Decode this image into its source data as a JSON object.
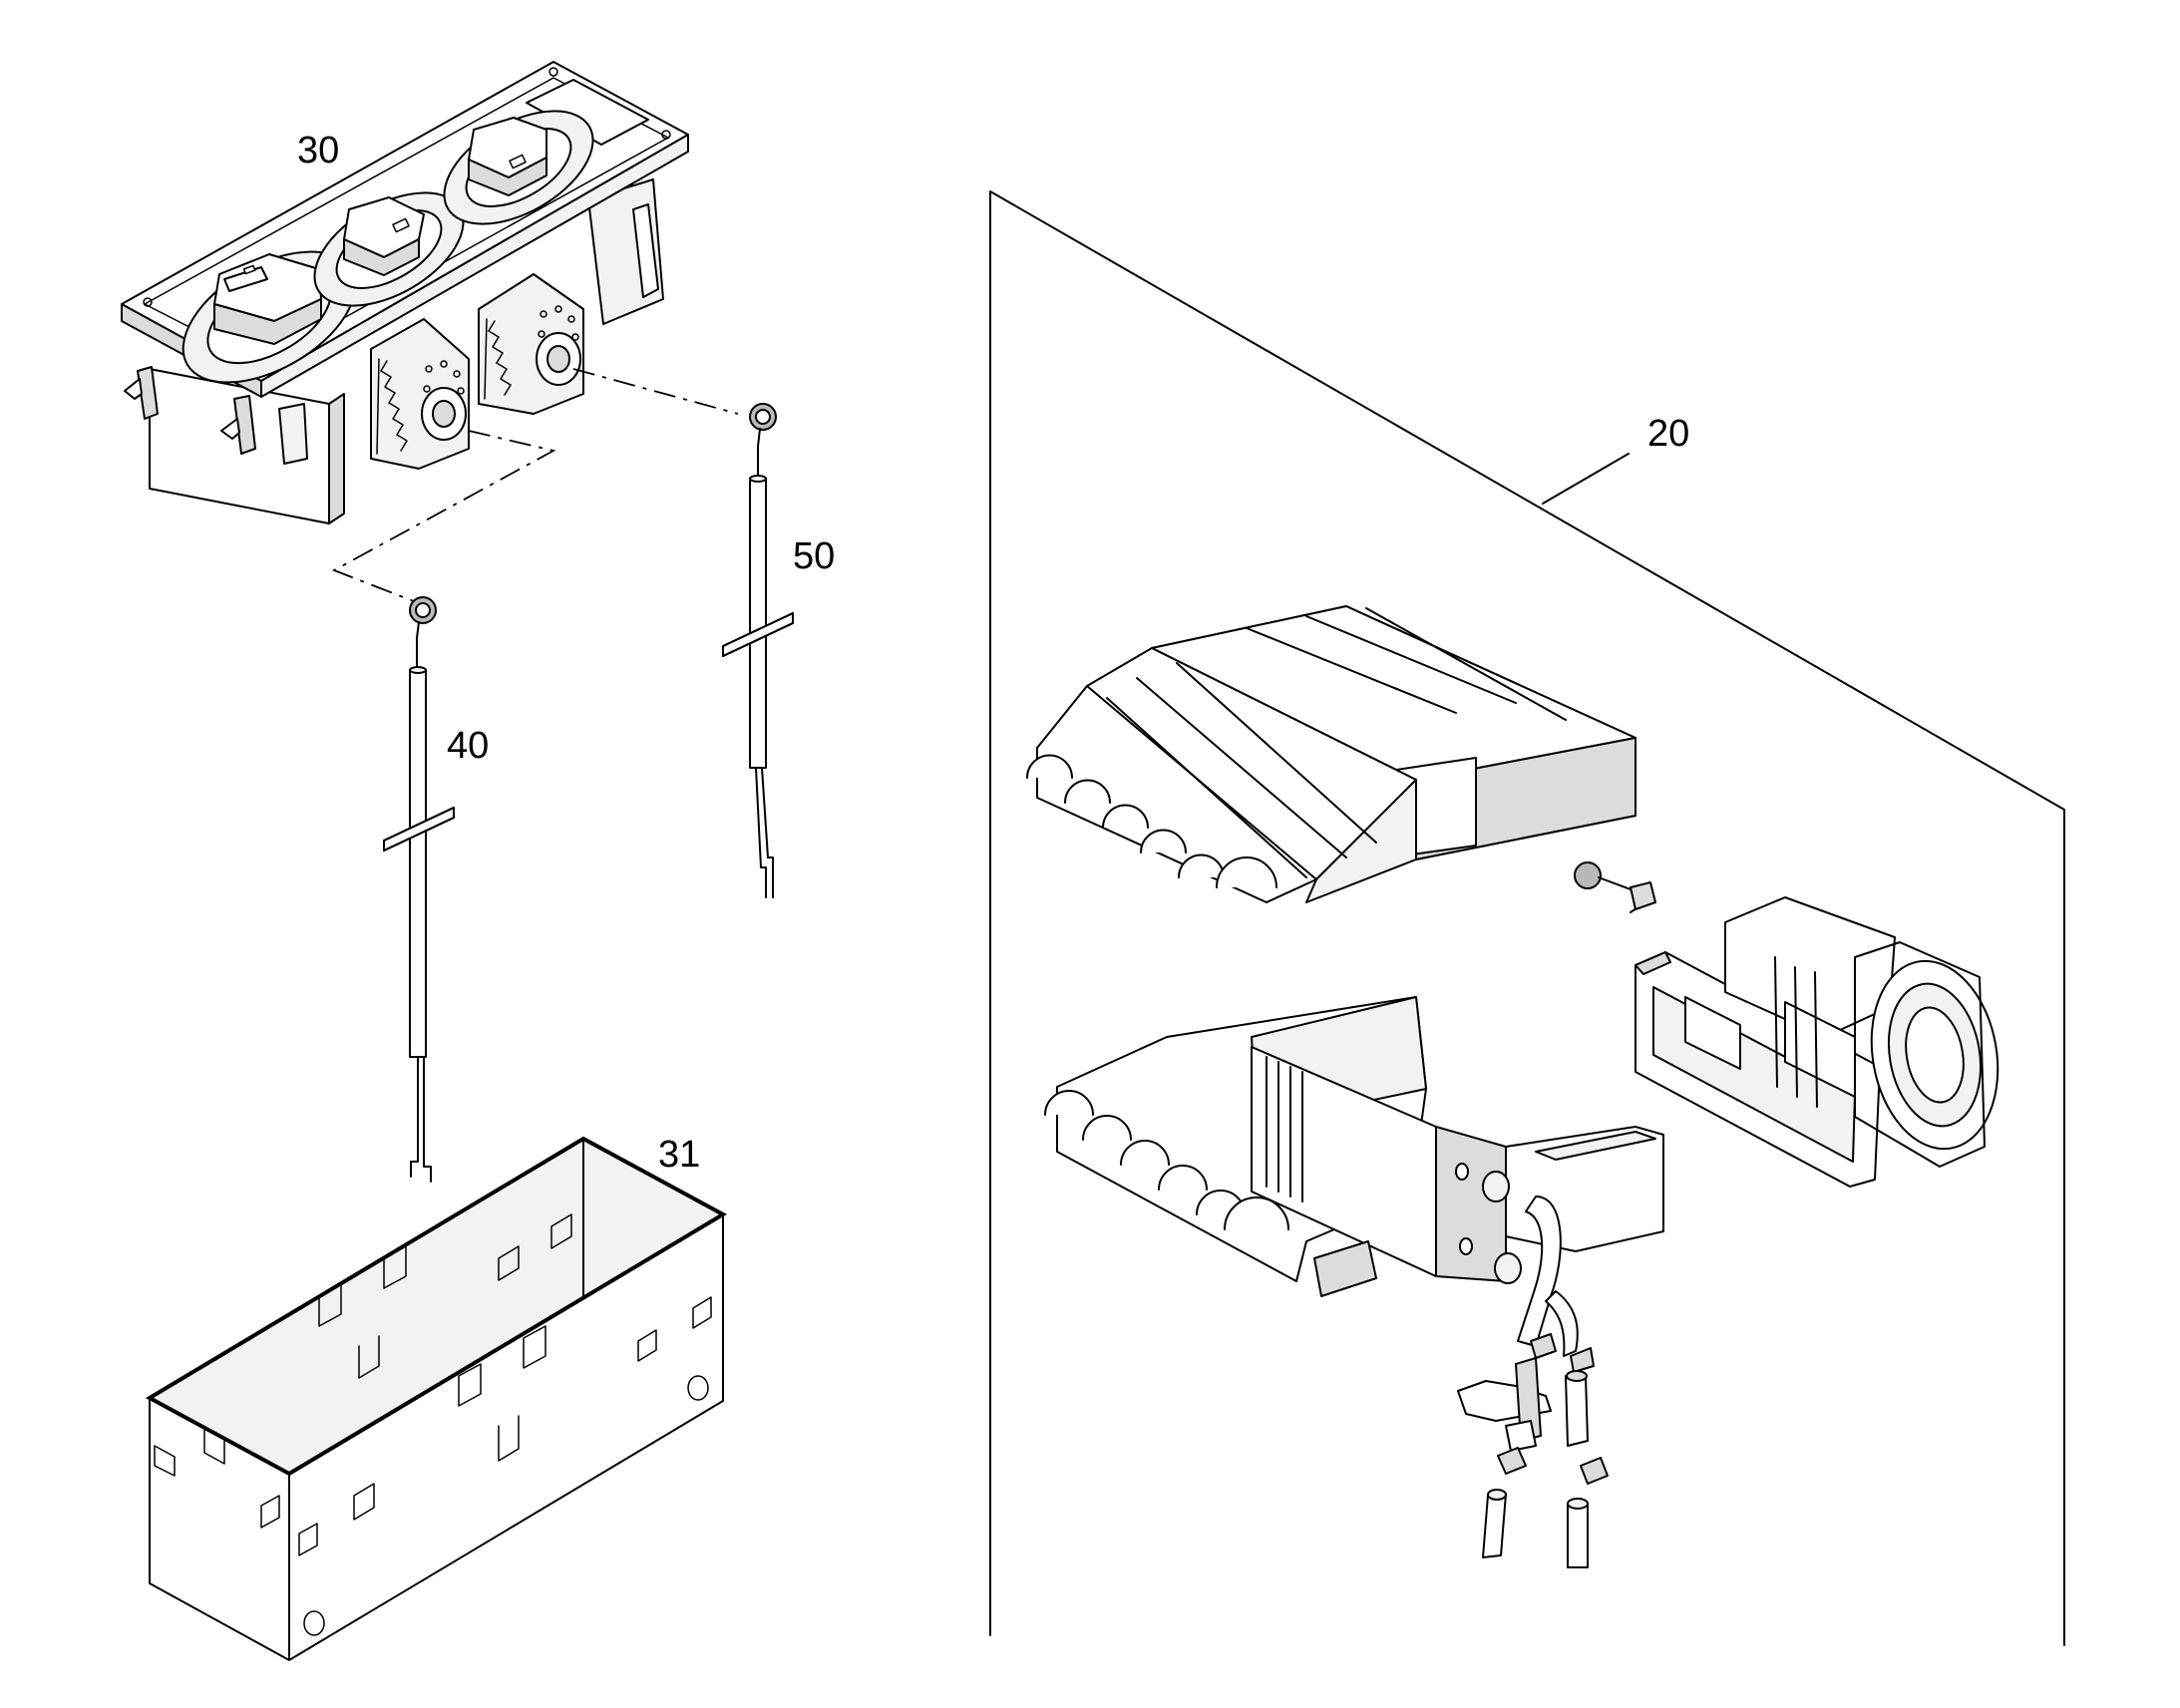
{
  "labels": {
    "part_20": "20",
    "part_30": "30",
    "part_31": "31",
    "part_40": "40",
    "part_50": "50"
  },
  "colors": {
    "line": "#000000",
    "background": "#ffffff"
  }
}
